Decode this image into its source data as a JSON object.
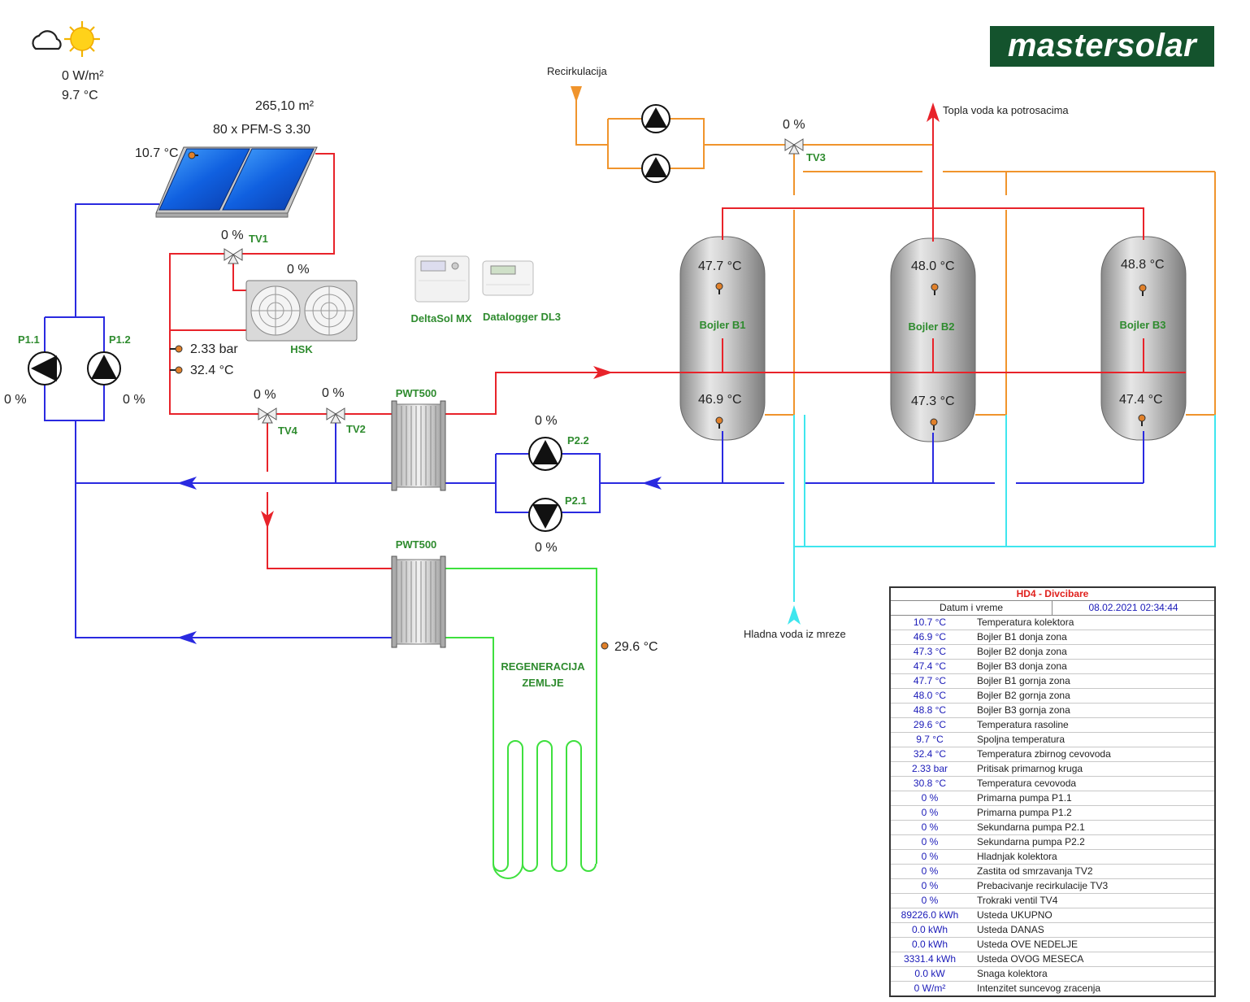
{
  "weather": {
    "irradiance": "0 W/m²",
    "outdoor_temp": "9.7 °C",
    "icons": [
      "cloud-icon",
      "sun-icon"
    ]
  },
  "brand": {
    "logo_text": "mastersolar",
    "logo_color": "#14532d"
  },
  "collector": {
    "area": "265,10 m²",
    "model": "80 x PFM-S 3.30",
    "temp": "10.7 °C"
  },
  "valves": {
    "tv1": {
      "label": "TV1",
      "value": "0 %"
    },
    "tv2": {
      "label": "TV2",
      "value": "0 %"
    },
    "tv3": {
      "label": "TV3",
      "value": "0 %"
    },
    "tv4": {
      "label": "TV4",
      "value": "0 %"
    }
  },
  "hsk": {
    "label": "HSK",
    "value": "0 %"
  },
  "primary": {
    "pressure": "2.33 bar",
    "temp": "32.4 °C"
  },
  "pumps": {
    "p11": {
      "label": "P1.1",
      "value": "0 %"
    },
    "p12": {
      "label": "P1.2",
      "value": "0 %"
    },
    "p21": {
      "label": "P2.1",
      "value": "0 %"
    },
    "p22": {
      "label": "P2.2",
      "value": "0 %"
    }
  },
  "controllers": {
    "deltasol": "DeltaSol MX",
    "datalogger": "Datalogger DL3"
  },
  "exchangers": {
    "upper": "PWT500",
    "lower": "PWT500"
  },
  "labels": {
    "recirculation": "Recirkulacija",
    "hot_water": "Topla voda ka potrosacima",
    "cold_water": "Hladna voda iz mreze",
    "regeneration_1": "REGENERACIJA",
    "regeneration_2": "ZEMLJE"
  },
  "ground_temp": "29.6 °C",
  "boilers": [
    {
      "name": "Bojler B1",
      "top": "47.7 °C",
      "bottom": "46.9 °C"
    },
    {
      "name": "Bojler B2",
      "top": "48.0 °C",
      "bottom": "47.3 °C"
    },
    {
      "name": "Bojler B3",
      "top": "48.8 °C",
      "bottom": "47.4 °C"
    }
  ],
  "pipe_colors": {
    "hot": "#e8232a",
    "cold": "#2a2ae0",
    "recirc": "#f0942c",
    "mains": "#3ee6ee",
    "ground": "#3ee03e"
  },
  "table": {
    "title": "HD4 - Divcibare",
    "datetime_label": "Datum i vreme",
    "datetime_value": "08.02.2021 02:34:44",
    "rows": [
      {
        "value": "10.7 °C",
        "name": "Temperatura kolektora"
      },
      {
        "value": "46.9 °C",
        "name": "Bojler B1 donja zona"
      },
      {
        "value": "47.3 °C",
        "name": "Bojler B2 donja zona"
      },
      {
        "value": "47.4 °C",
        "name": "Bojler B3 donja zona"
      },
      {
        "value": "47.7 °C",
        "name": "Bojler B1 gornja zona"
      },
      {
        "value": "48.0 °C",
        "name": "Bojler B2 gornja zona"
      },
      {
        "value": "48.8 °C",
        "name": "Bojler B3 gornja zona"
      },
      {
        "value": "29.6 °C",
        "name": "Temperatura rasoline"
      },
      {
        "value": "9.7 °C",
        "name": "Spoljna temperatura"
      },
      {
        "value": "32.4 °C",
        "name": "Temperatura zbirnog cevovoda"
      },
      {
        "value": "2.33 bar",
        "name": "Pritisak primarnog kruga"
      },
      {
        "value": "30.8 °C",
        "name": "Temperatura cevovoda"
      },
      {
        "value": "0 %",
        "name": "Primarna pumpa P1.1"
      },
      {
        "value": "0 %",
        "name": "Primarna pumpa P1.2"
      },
      {
        "value": "0 %",
        "name": "Sekundarna pumpa P2.1"
      },
      {
        "value": "0 %",
        "name": "Sekundarna pumpa P2.2"
      },
      {
        "value": "0 %",
        "name": "Hladnjak kolektora"
      },
      {
        "value": "0 %",
        "name": "Zastita od smrzavanja TV2"
      },
      {
        "value": "0 %",
        "name": "Prebacivanje recirkulacije TV3"
      },
      {
        "value": "0 %",
        "name": "Trokraki ventil TV4"
      },
      {
        "value": "89226.0 kWh",
        "name": "Usteda UKUPNO"
      },
      {
        "value": "0.0 kWh",
        "name": "Usteda DANAS"
      },
      {
        "value": "0.0 kWh",
        "name": "Usteda OVE NEDELJE"
      },
      {
        "value": "3331.4 kWh",
        "name": "Usteda OVOG MESECA"
      },
      {
        "value": "0.0 kW",
        "name": "Snaga kolektora"
      },
      {
        "value": "0 W/m²",
        "name": "Intenzitet suncevog zracenja"
      }
    ]
  }
}
